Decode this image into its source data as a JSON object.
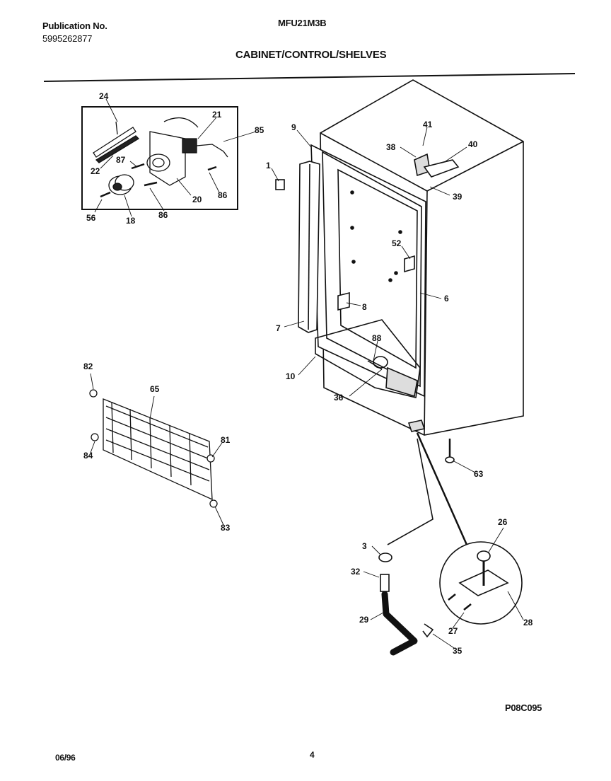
{
  "header": {
    "publication_label": "Publication No.",
    "publication_number": "5995262877",
    "model": "MFU21M3B",
    "title": "CABINET/CONTROL/SHELVES"
  },
  "footer": {
    "date": "06/96",
    "page": "4",
    "figure_code": "P08C095"
  },
  "part_labels": {
    "p24": "24",
    "p21": "21",
    "p85": "85",
    "p22": "22",
    "p87": "87",
    "p20": "20",
    "p86a": "86",
    "p86b": "86",
    "p56": "56",
    "p18": "18",
    "p9": "9",
    "p1": "1",
    "p41": "41",
    "p38": "38",
    "p40": "40",
    "p39": "39",
    "p52": "52",
    "p6": "6",
    "p8": "8",
    "p7": "7",
    "p88": "88",
    "p10": "10",
    "p36": "36",
    "p82": "82",
    "p65": "65",
    "p81": "81",
    "p84": "84",
    "p83": "83",
    "p63": "63",
    "p26": "26",
    "p3": "3",
    "p32": "32",
    "p29": "29",
    "p27": "27",
    "p28": "28",
    "p35": "35"
  }
}
